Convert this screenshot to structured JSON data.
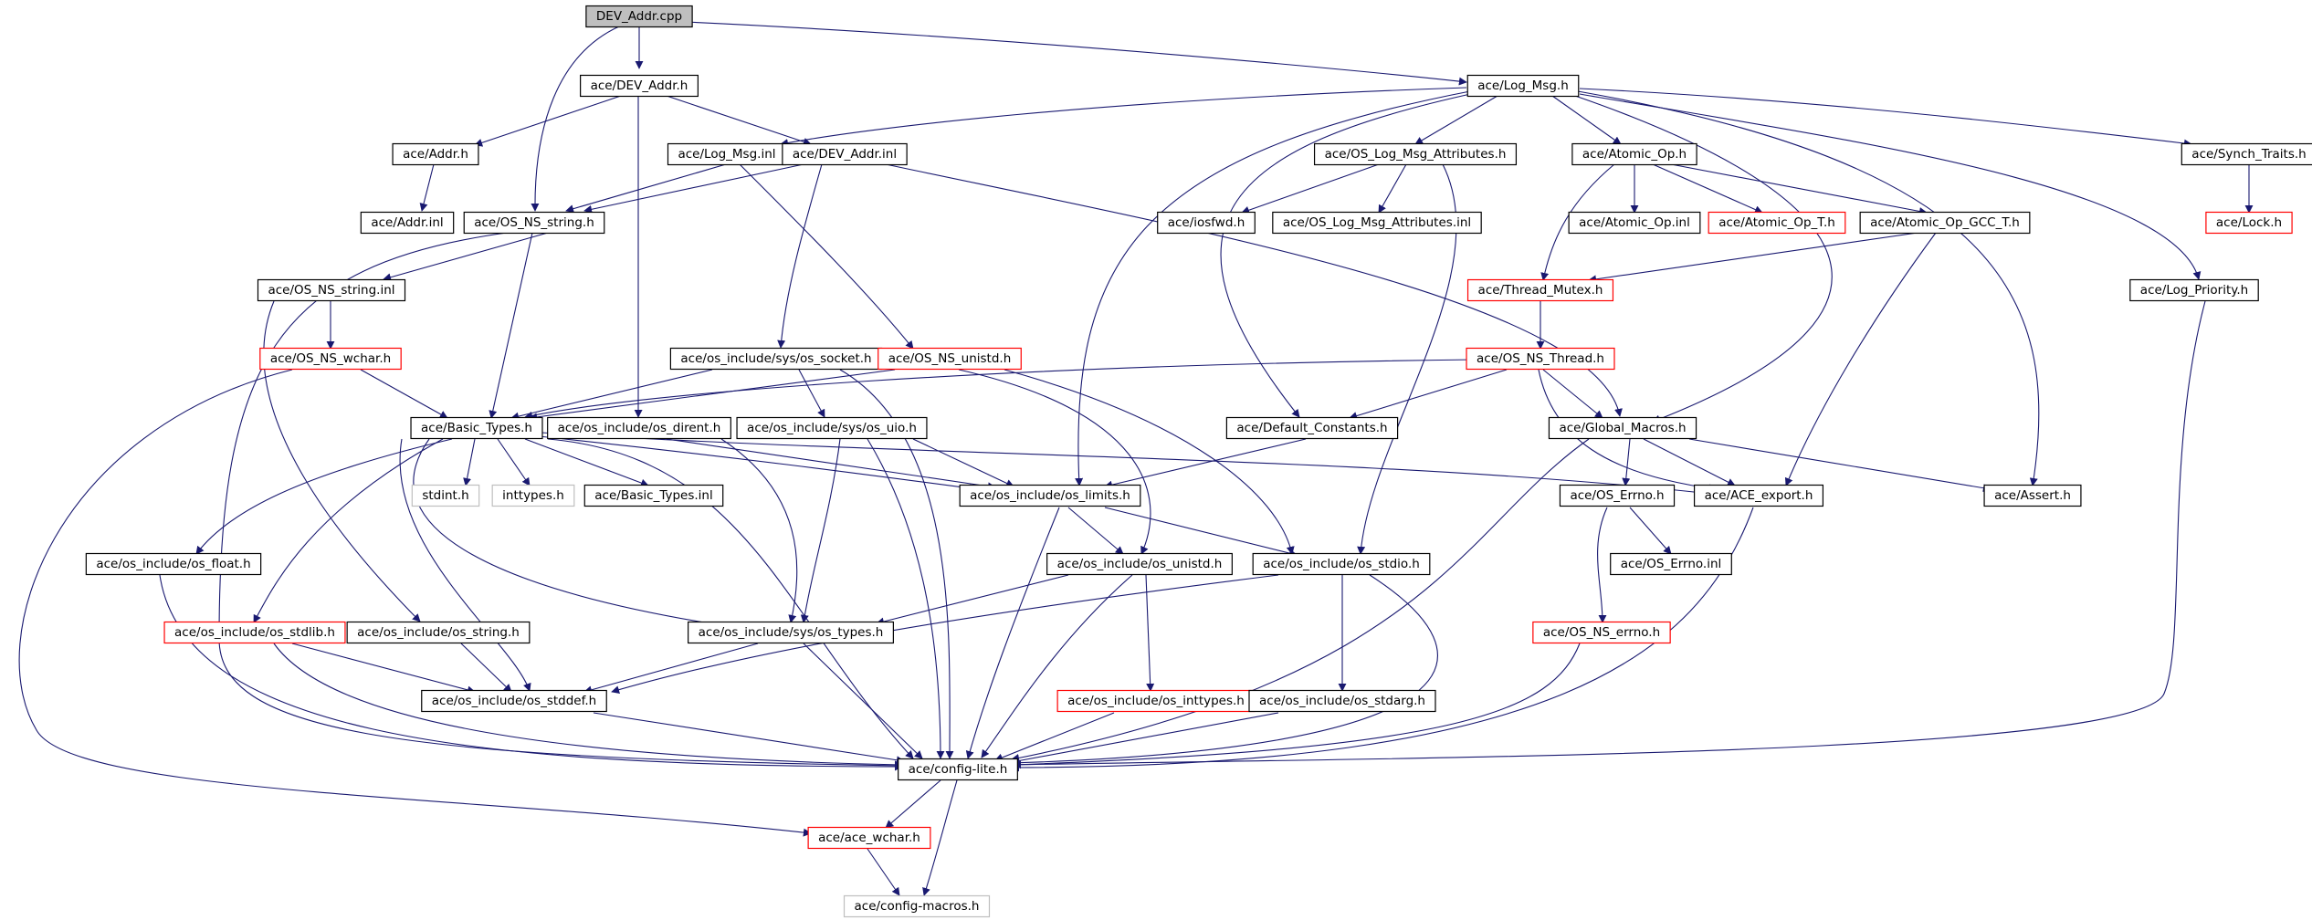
{
  "colors": {
    "edge": "#191970",
    "border_normal": "#000000",
    "border_truncated": "#ff0000",
    "border_external": "#bfbfbf",
    "root_fill": "#bfbfbf",
    "fill": "#ffffff"
  },
  "nodes": {
    "dev_addr_cpp": {
      "label": "DEV_Addr.cpp",
      "kind": "root"
    },
    "dev_addr_h": {
      "label": "ace/DEV_Addr.h",
      "kind": "normal"
    },
    "log_msg_h": {
      "label": "ace/Log_Msg.h",
      "kind": "normal"
    },
    "addr_h": {
      "label": "ace/Addr.h",
      "kind": "normal"
    },
    "log_msg_inl": {
      "label": "ace/Log_Msg.inl",
      "kind": "normal"
    },
    "dev_addr_inl": {
      "label": "ace/DEV_Addr.inl",
      "kind": "normal"
    },
    "os_log_msg_attr_h": {
      "label": "ace/OS_Log_Msg_Attributes.h",
      "kind": "normal"
    },
    "atomic_op_h": {
      "label": "ace/Atomic_Op.h",
      "kind": "normal"
    },
    "synch_traits_h": {
      "label": "ace/Synch_Traits.h",
      "kind": "normal"
    },
    "addr_inl": {
      "label": "ace/Addr.inl",
      "kind": "normal"
    },
    "os_ns_string_h": {
      "label": "ace/OS_NS_string.h",
      "kind": "normal"
    },
    "iosfwd_h": {
      "label": "ace/iosfwd.h",
      "kind": "normal"
    },
    "os_log_msg_attr_inl": {
      "label": "ace/OS_Log_Msg_Attributes.inl",
      "kind": "normal"
    },
    "atomic_op_inl": {
      "label": "ace/Atomic_Op.inl",
      "kind": "normal"
    },
    "atomic_op_t_h": {
      "label": "ace/Atomic_Op_T.h",
      "kind": "truncated"
    },
    "atomic_op_gcc_t_h": {
      "label": "ace/Atomic_Op_GCC_T.h",
      "kind": "normal"
    },
    "lock_h": {
      "label": "ace/Lock.h",
      "kind": "truncated"
    },
    "os_ns_string_inl": {
      "label": "ace/OS_NS_string.inl",
      "kind": "normal"
    },
    "thread_mutex_h": {
      "label": "ace/Thread_Mutex.h",
      "kind": "truncated"
    },
    "log_priority_h": {
      "label": "ace/Log_Priority.h",
      "kind": "normal"
    },
    "os_ns_wchar_h": {
      "label": "ace/OS_NS_wchar.h",
      "kind": "truncated"
    },
    "os_socket_h": {
      "label": "ace/os_include/sys/os_socket.h",
      "kind": "normal"
    },
    "os_ns_unistd_h": {
      "label": "ace/OS_NS_unistd.h",
      "kind": "truncated"
    },
    "os_ns_thread_h": {
      "label": "ace/OS_NS_Thread.h",
      "kind": "truncated"
    },
    "basic_types_h": {
      "label": "ace/Basic_Types.h",
      "kind": "normal"
    },
    "os_dirent_h": {
      "label": "ace/os_include/os_dirent.h",
      "kind": "normal"
    },
    "os_uio_h": {
      "label": "ace/os_include/sys/os_uio.h",
      "kind": "normal"
    },
    "default_constants_h": {
      "label": "ace/Default_Constants.h",
      "kind": "normal"
    },
    "global_macros_h": {
      "label": "ace/Global_Macros.h",
      "kind": "normal"
    },
    "stdint_h": {
      "label": "stdint.h",
      "kind": "external"
    },
    "inttypes_h": {
      "label": "inttypes.h",
      "kind": "external"
    },
    "basic_types_inl": {
      "label": "ace/Basic_Types.inl",
      "kind": "normal"
    },
    "os_limits_h": {
      "label": "ace/os_include/os_limits.h",
      "kind": "normal"
    },
    "os_errno_h": {
      "label": "ace/OS_Errno.h",
      "kind": "normal"
    },
    "ace_export_h": {
      "label": "ace/ACE_export.h",
      "kind": "normal"
    },
    "assert_h": {
      "label": "ace/Assert.h",
      "kind": "normal"
    },
    "os_float_h": {
      "label": "ace/os_include/os_float.h",
      "kind": "normal"
    },
    "os_unistd_h": {
      "label": "ace/os_include/os_unistd.h",
      "kind": "normal"
    },
    "os_stdio_h": {
      "label": "ace/os_include/os_stdio.h",
      "kind": "normal"
    },
    "os_errno_inl": {
      "label": "ace/OS_Errno.inl",
      "kind": "normal"
    },
    "os_stdlib_h": {
      "label": "ace/os_include/os_stdlib.h",
      "kind": "truncated"
    },
    "os_string_h": {
      "label": "ace/os_include/os_string.h",
      "kind": "normal"
    },
    "os_types_h": {
      "label": "ace/os_include/sys/os_types.h",
      "kind": "normal"
    },
    "os_ns_errno_h": {
      "label": "ace/OS_NS_errno.h",
      "kind": "truncated"
    },
    "os_stddef_h": {
      "label": "ace/os_include/os_stddef.h",
      "kind": "normal"
    },
    "os_inttypes_h": {
      "label": "ace/os_include/os_inttypes.h",
      "kind": "truncated"
    },
    "os_stdarg_h": {
      "label": "ace/os_include/os_stdarg.h",
      "kind": "normal"
    },
    "config_lite_h": {
      "label": "ace/config-lite.h",
      "kind": "normal"
    },
    "ace_wchar_h": {
      "label": "ace/ace_wchar.h",
      "kind": "truncated"
    },
    "config_macros_h": {
      "label": "ace/config-macros.h",
      "kind": "external"
    }
  }
}
